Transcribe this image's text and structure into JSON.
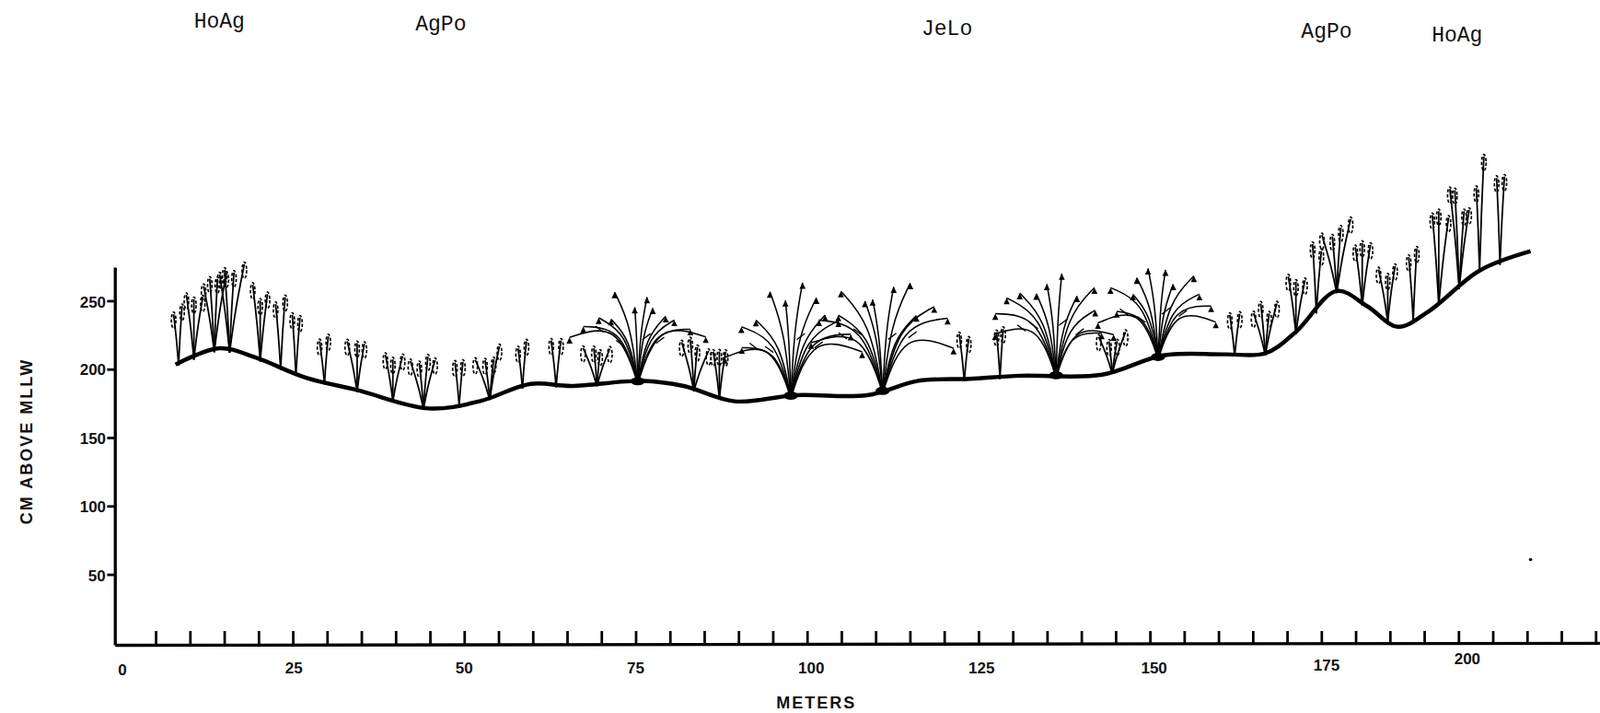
{
  "diagram": {
    "labels": [
      "HoAg",
      "AgPo",
      "JeLo",
      "AgPo",
      "HoAg",
      "250",
      "200",
      "150",
      "100",
      "50",
      "CM ABOVE MLLW",
      "0",
      "25",
      "50",
      "75",
      "100",
      "125",
      "150",
      "175",
      "200",
      "METERS"
    ]
  }
}
